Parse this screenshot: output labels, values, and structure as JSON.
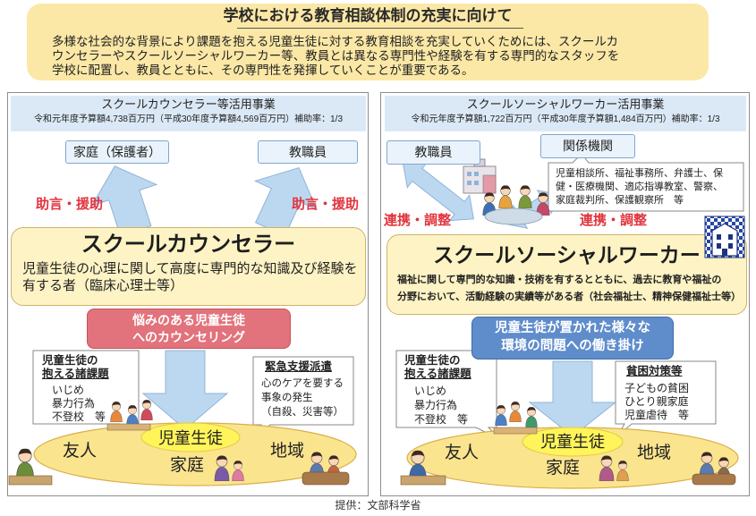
{
  "colors": {
    "header_bg": "#fbe8a6",
    "accent_red": "#e2343d",
    "role_bg": "#fdf3c4",
    "counseling_box": "#e2727b",
    "support_box": "#5f8ccb",
    "arrow_blue": "#bcd8f0",
    "circle_yellow": "#fbe48e"
  },
  "header": {
    "title": "学校における教育相談体制の充実に向けて",
    "lines": [
      "多様な社会的な背景により課題を抱える児童生徒に対する教育相談を充実していくためには、スクールカ",
      "ウンセラーやスクールソーシャルワーカー等、教員とは異なる専門性や経験を有する専門的なスタッフを",
      "学校に配置し、教員とともに、その専門性を発揮していくことが重要である。"
    ]
  },
  "counselor_panel": {
    "program": "スクールカウンセラー等活用事業",
    "budget": "令和元年度予算額4,738百万円（平成30年度予算額4,569百万円）補助率：1/3",
    "targets": [
      "家庭（保護者）",
      "教職員"
    ],
    "arrow_label": "助言・援助",
    "role": {
      "title": "スクールカウンセラー",
      "description": [
        "児童生徒の心理に関して高度に専門的な知識及び経験を",
        "有する者（臨床心理士等）"
      ]
    },
    "action": [
      "悩みのある児童生徒",
      "へのカウンセリング"
    ],
    "issues": {
      "heading": [
        "児童生徒の",
        "抱える諸課題"
      ],
      "items": [
        "いじめ",
        "暴力行為",
        "不登校　等"
      ]
    },
    "emergency": {
      "heading": "緊急支援派遣",
      "items": [
        "心のケアを要する",
        "事象の発生",
        "（自殺、災害等）"
      ]
    },
    "circle": {
      "center": "児童生徒",
      "labels": [
        "友人",
        "家庭",
        "地域"
      ]
    }
  },
  "social_worker_panel": {
    "program": "スクールソーシャルワーカー活用事業",
    "budget": "令和元年度予算額1,722百万円（平成30年度予算額1,484百万円）補助率：1/3",
    "targets": [
      "教職員",
      "関係機関"
    ],
    "agencies": [
      "児童相談所、福祉事務所、弁護士、保",
      "健・医療機関、適応指導教室、警察、",
      "家庭裁判所、保護観察所　等"
    ],
    "arrow_label": "連携・調整",
    "role": {
      "title": "スクールソーシャルワーカー",
      "description": [
        "福祉に関して専門的な知識・技術を有するとともに、過去に教育や福祉の",
        "分野において、活動経験の実績等がある者（社会福祉士、精神保健福祉士等）"
      ]
    },
    "action": [
      "児童生徒が置かれた様々な",
      "環境の問題への働き掛け"
    ],
    "issues": {
      "heading": [
        "児童生徒の",
        "抱える諸課題"
      ],
      "items": [
        "いじめ",
        "暴力行為",
        "不登校　等"
      ]
    },
    "poverty": {
      "heading": "貧困対策等",
      "items": [
        "子どもの貧困",
        "ひとり親家庭",
        "児童虐待　等"
      ]
    },
    "circle": {
      "center": "児童生徒",
      "labels": [
        "友人",
        "家庭",
        "地域"
      ]
    }
  },
  "caption": "提供：文部科学省"
}
